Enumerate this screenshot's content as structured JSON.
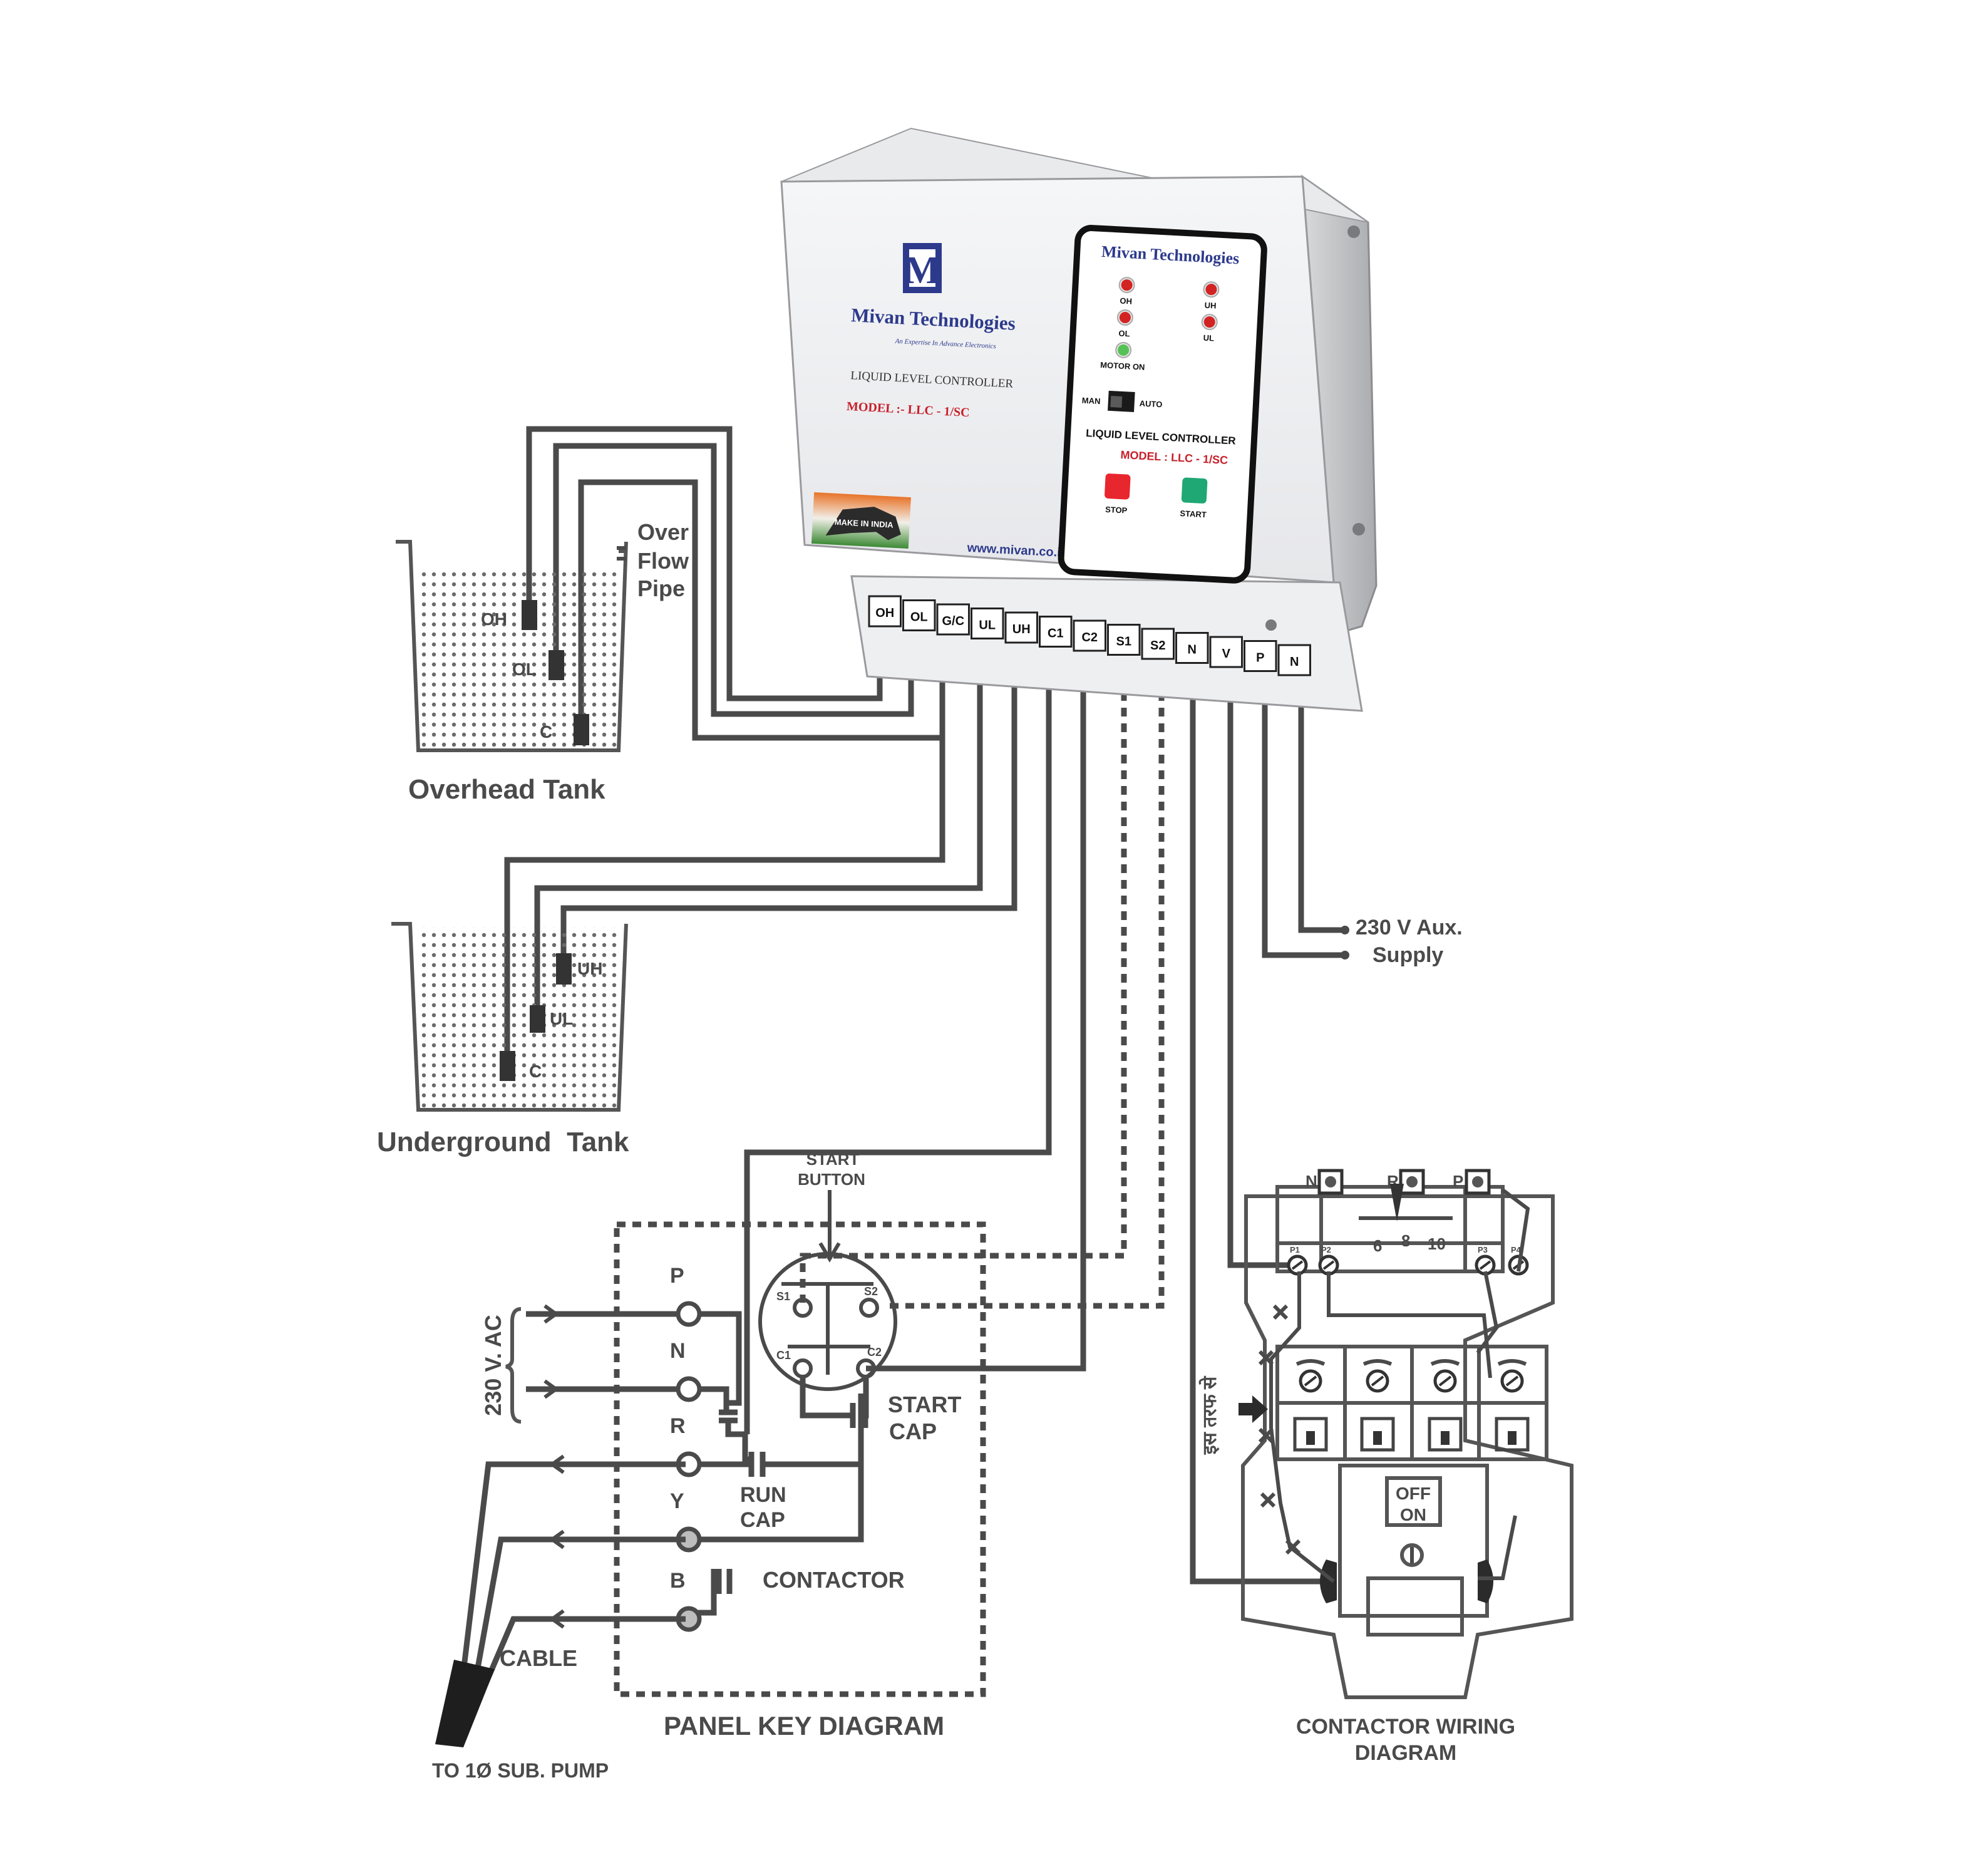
{
  "controller": {
    "brand": "Mivan Technologies",
    "tagline": "An Expertise In Advance Electronics",
    "product": "LIQUID LEVEL CONTROLLER",
    "model": "MODEL :- LLC - 1/SC",
    "website": "www.mivan.co.in",
    "make_in_india": "MAKE IN INDIA",
    "panel_brand": "Mivan Technologies",
    "panel_product": "LIQUID LEVEL CONTROLLER",
    "panel_model": "MODEL : LLC - 1/SC",
    "leds": [
      {
        "label": "OH",
        "color": "#d32222"
      },
      {
        "label": "UH",
        "color": "#d32222"
      },
      {
        "label": "OL",
        "color": "#d32222"
      },
      {
        "label": "UL",
        "color": "#d32222"
      },
      {
        "label": "MOTOR ON",
        "color": "#55c255"
      }
    ],
    "switch_left": "MAN",
    "switch_right": "AUTO",
    "stop_label": "STOP",
    "start_label": "START",
    "stop_color": "#e8262e",
    "start_color": "#1fa874",
    "terminals": [
      "OH",
      "OL",
      "G/C",
      "UL",
      "UH",
      "C1",
      "C2",
      "S1",
      "S2",
      "N",
      "V",
      "P",
      "N"
    ]
  },
  "overhead_tank": {
    "title": "Overhead Tank",
    "probes": [
      "OH",
      "OL",
      "C"
    ],
    "pipe_label": [
      "Over",
      "Flow",
      "Pipe"
    ]
  },
  "underground_tank": {
    "title": "Underground  Tank",
    "probes": [
      "UH",
      "UL",
      "C"
    ]
  },
  "aux_supply": [
    "230 V Aux.",
    "Supply"
  ],
  "panel_key": {
    "title": "PANEL KEY DIAGRAM",
    "start_button": [
      "START",
      "BUTTON"
    ],
    "button_contacts": [
      "S1",
      "S2",
      "C1",
      "C2"
    ],
    "supply_label": "230 V. AC",
    "terminals": [
      "P",
      "N",
      "R",
      "Y",
      "B"
    ],
    "start_cap": [
      "START",
      "CAP"
    ],
    "run_cap": [
      "RUN",
      "CAP"
    ],
    "contactor": "CONTACTOR",
    "cable": "CABLE",
    "pump": "TO 1Ø SUB. PUMP"
  },
  "contactor_wiring": {
    "title": [
      "CONTACTOR WIRING",
      "DIAGRAM"
    ],
    "top_terminals": [
      "N",
      "R",
      "P"
    ],
    "scale": [
      "6",
      "8",
      "10"
    ],
    "aux_terminals": [
      "P1",
      "P2",
      "P3",
      "P4"
    ],
    "off_label": "OFF",
    "on_label": "ON",
    "side_text": "इस तरफ से"
  }
}
